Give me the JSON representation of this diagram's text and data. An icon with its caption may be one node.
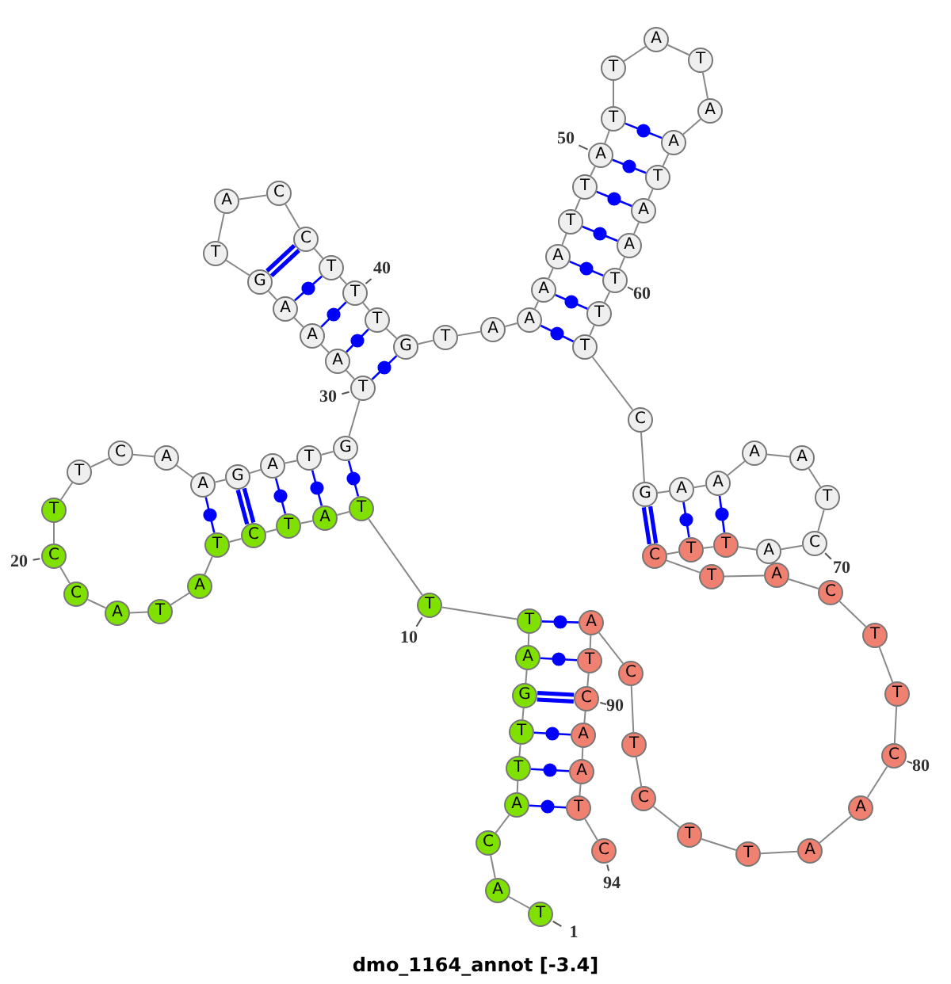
{
  "diagram": {
    "title": "dmo_1164_annot [-3.4]",
    "nodes": [
      {
        "text": [
          "T"
        ],
        "beside": [
          "1"
        ]
      },
      {
        "text": [
          "A"
        ]
      },
      {
        "text": [
          "C"
        ]
      },
      {
        "text": [
          "A"
        ]
      },
      {
        "text": [
          "T"
        ]
      },
      {
        "text": [
          "T"
        ]
      },
      {
        "text": [
          "G"
        ]
      },
      {
        "text": [
          "A"
        ]
      },
      {
        "text": [
          "T"
        ]
      },
      {
        "text": [
          "T"
        ],
        "beside": [
          "10"
        ]
      },
      {
        "text": [
          "T"
        ]
      },
      {
        "text": [
          "A"
        ]
      },
      {
        "text": [
          "T"
        ]
      },
      {
        "text": [
          "C"
        ]
      },
      {
        "text": [
          "T"
        ]
      },
      {
        "text": [
          "A"
        ]
      },
      {
        "text": [
          "T"
        ]
      },
      {
        "text": [
          "A"
        ]
      },
      {
        "text": [
          "C"
        ]
      },
      {
        "text": [
          "C"
        ],
        "beside": [
          "20"
        ]
      },
      {
        "text": [
          "T"
        ]
      },
      {
        "text": [
          "T"
        ]
      },
      {
        "text": [
          "C"
        ]
      },
      {
        "text": [
          "A"
        ]
      },
      {
        "text": [
          "A"
        ]
      },
      {
        "text": [
          "G"
        ]
      },
      {
        "text": [
          "A"
        ]
      },
      {
        "text": [
          "T"
        ]
      },
      {
        "text": [
          "G"
        ]
      },
      {
        "text": [
          "T"
        ],
        "beside": [
          "30"
        ]
      },
      {
        "text": [
          "A"
        ]
      },
      {
        "text": [
          "A"
        ]
      },
      {
        "text": [
          "A"
        ]
      },
      {
        "text": [
          "G"
        ]
      },
      {
        "text": [
          "T"
        ]
      },
      {
        "text": [
          "A"
        ]
      },
      {
        "text": [
          "C"
        ]
      },
      {
        "text": [
          "C"
        ]
      },
      {
        "text": [
          "T"
        ]
      },
      {
        "text": [
          "T"
        ],
        "beside": [
          "40"
        ]
      },
      {
        "text": [
          "T"
        ]
      },
      {
        "text": [
          "G"
        ]
      },
      {
        "text": [
          "T"
        ]
      },
      {
        "text": [
          "A"
        ]
      },
      {
        "text": [
          "A"
        ]
      },
      {
        "text": [
          "A"
        ]
      },
      {
        "text": [
          "A"
        ]
      },
      {
        "text": [
          "T"
        ]
      },
      {
        "text": [
          "T"
        ]
      },
      {
        "text": [
          "A"
        ],
        "beside": [
          "50"
        ]
      },
      {
        "text": [
          "T"
        ]
      },
      {
        "text": [
          "T"
        ]
      },
      {
        "text": [
          "A"
        ]
      },
      {
        "text": [
          "T"
        ]
      },
      {
        "text": [
          "A"
        ]
      },
      {
        "text": [
          "A"
        ]
      },
      {
        "text": [
          "T"
        ]
      },
      {
        "text": [
          "A"
        ]
      },
      {
        "text": [
          "A"
        ]
      },
      {
        "text": [
          "T"
        ],
        "beside": [
          "60"
        ]
      },
      {
        "text": [
          "T"
        ]
      },
      {
        "text": [
          "T"
        ]
      },
      {
        "text": [
          "C"
        ]
      },
      {
        "text": [
          "G"
        ]
      },
      {
        "text": [
          "A"
        ]
      },
      {
        "text": [
          "A"
        ]
      },
      {
        "text": [
          "A"
        ]
      },
      {
        "text": [
          "A"
        ]
      },
      {
        "text": [
          "T"
        ]
      },
      {
        "text": [
          "C"
        ],
        "beside": [
          "70"
        ]
      },
      {
        "text": [
          "A"
        ]
      },
      {
        "text": [
          "T"
        ]
      },
      {
        "text": [
          "T"
        ]
      },
      {
        "text": [
          "C"
        ]
      },
      {
        "text": [
          "T"
        ]
      },
      {
        "text": [
          "A"
        ]
      },
      {
        "text": [
          "C"
        ]
      },
      {
        "text": [
          "T"
        ]
      },
      {
        "text": [
          "T"
        ]
      },
      {
        "text": [
          "C"
        ],
        "beside": [
          "80"
        ]
      },
      {
        "text": [
          "A"
        ]
      },
      {
        "text": [
          "A"
        ]
      },
      {
        "text": [
          "T"
        ]
      },
      {
        "text": [
          "T"
        ]
      },
      {
        "text": [
          "C"
        ]
      },
      {
        "text": [
          "T"
        ]
      },
      {
        "text": [
          "C"
        ]
      },
      {
        "text": [
          "A"
        ]
      },
      {
        "text": [
          "T"
        ]
      },
      {
        "text": [
          "C"
        ],
        "beside": [
          "90"
        ]
      },
      {
        "text": [
          "A"
        ]
      },
      {
        "text": [
          "A"
        ]
      },
      {
        "text": [
          "T"
        ]
      },
      {
        "text": [
          "C"
        ],
        "beside": [
          "94"
        ]
      }
    ],
    "edges": [
      {
        "from": 0,
        "to": 1,
        "arrow": "none"
      },
      {
        "from": 1,
        "to": 2,
        "arrow": "none"
      },
      {
        "from": 2,
        "to": 3,
        "arrow": "none"
      },
      {
        "from": 3,
        "to": 4,
        "arrow": "none"
      },
      {
        "from": 4,
        "to": 5,
        "arrow": "none"
      },
      {
        "from": 5,
        "to": 6,
        "arrow": "none"
      },
      {
        "from": 6,
        "to": 7,
        "arrow": "none"
      },
      {
        "from": 7,
        "to": 8,
        "arrow": "none"
      },
      {
        "from": 8,
        "to": 9,
        "arrow": "none"
      },
      {
        "from": 9,
        "to": 10,
        "arrow": "none"
      },
      {
        "from": 10,
        "to": 11,
        "arrow": "none"
      },
      {
        "from": 11,
        "to": 12,
        "arrow": "none"
      },
      {
        "from": 12,
        "to": 13,
        "arrow": "none"
      },
      {
        "from": 13,
        "to": 14,
        "arrow": "none"
      },
      {
        "from": 14,
        "to": 15,
        "arrow": "none"
      },
      {
        "from": 15,
        "to": 16,
        "arrow": "none"
      },
      {
        "from": 16,
        "to": 17,
        "arrow": "none"
      },
      {
        "from": 17,
        "to": 18,
        "arrow": "none"
      },
      {
        "from": 18,
        "to": 19,
        "arrow": "none"
      },
      {
        "from": 19,
        "to": 20,
        "arrow": "none"
      },
      {
        "from": 20,
        "to": 21,
        "arrow": "none"
      },
      {
        "from": 21,
        "to": 22,
        "arrow": "none"
      },
      {
        "from": 22,
        "to": 23,
        "arrow": "none"
      },
      {
        "from": 23,
        "to": 24,
        "arrow": "none"
      },
      {
        "from": 24,
        "to": 25,
        "arrow": "none"
      },
      {
        "from": 25,
        "to": 26,
        "arrow": "none"
      },
      {
        "from": 26,
        "to": 27,
        "arrow": "none"
      },
      {
        "from": 27,
        "to": 28,
        "arrow": "none"
      },
      {
        "from": 28,
        "to": 29,
        "arrow": "none"
      },
      {
        "from": 29,
        "to": 30,
        "arrow": "none"
      },
      {
        "from": 30,
        "to": 31,
        "arrow": "none"
      },
      {
        "from": 31,
        "to": 32,
        "arrow": "none"
      },
      {
        "from": 32,
        "to": 33,
        "arrow": "none"
      },
      {
        "from": 33,
        "to": 34,
        "arrow": "none"
      },
      {
        "from": 34,
        "to": 35,
        "arrow": "none"
      },
      {
        "from": 35,
        "to": 36,
        "arrow": "none"
      },
      {
        "from": 36,
        "to": 37,
        "arrow": "none"
      },
      {
        "from": 37,
        "to": 38,
        "arrow": "none"
      },
      {
        "from": 38,
        "to": 39,
        "arrow": "none"
      },
      {
        "from": 39,
        "to": 40,
        "arrow": "none"
      },
      {
        "from": 40,
        "to": 41,
        "arrow": "none"
      },
      {
        "from": 41,
        "to": 42,
        "arrow": "none"
      },
      {
        "from": 42,
        "to": 43,
        "arrow": "none"
      },
      {
        "from": 43,
        "to": 44,
        "arrow": "none"
      },
      {
        "from": 44,
        "to": 45,
        "arrow": "none"
      },
      {
        "from": 45,
        "to": 46,
        "arrow": "none"
      },
      {
        "from": 46,
        "to": 47,
        "arrow": "none"
      },
      {
        "from": 47,
        "to": 48,
        "arrow": "none"
      },
      {
        "from": 48,
        "to": 49,
        "arrow": "none"
      },
      {
        "from": 49,
        "to": 50,
        "arrow": "none"
      },
      {
        "from": 50,
        "to": 51,
        "arrow": "none"
      },
      {
        "from": 51,
        "to": 52,
        "arrow": "none"
      },
      {
        "from": 52,
        "to": 53,
        "arrow": "none"
      },
      {
        "from": 53,
        "to": 54,
        "arrow": "none"
      },
      {
        "from": 54,
        "to": 55,
        "arrow": "none"
      },
      {
        "from": 55,
        "to": 56,
        "arrow": "none"
      },
      {
        "from": 56,
        "to": 57,
        "arrow": "none"
      },
      {
        "from": 57,
        "to": 58,
        "arrow": "none"
      },
      {
        "from": 58,
        "to": 59,
        "arrow": "none"
      },
      {
        "from": 59,
        "to": 60,
        "arrow": "none"
      },
      {
        "from": 60,
        "to": 61,
        "arrow": "none"
      },
      {
        "from": 61,
        "to": 62,
        "arrow": "none"
      },
      {
        "from": 62,
        "to": 63,
        "arrow": "none"
      },
      {
        "from": 63,
        "to": 64,
        "arrow": "none"
      },
      {
        "from": 64,
        "to": 65,
        "arrow": "none"
      },
      {
        "from": 65,
        "to": 66,
        "arrow": "none"
      },
      {
        "from": 66,
        "to": 67,
        "arrow": "none"
      },
      {
        "from": 67,
        "to": 68,
        "arrow": "none"
      },
      {
        "from": 68,
        "to": 69,
        "arrow": "none"
      },
      {
        "from": 69,
        "to": 70,
        "arrow": "none"
      },
      {
        "from": 70,
        "to": 71,
        "arrow": "none"
      },
      {
        "from": 71,
        "to": 72,
        "arrow": "none"
      },
      {
        "from": 72,
        "to": 73,
        "arrow": "none"
      },
      {
        "from": 73,
        "to": 74,
        "arrow": "none"
      },
      {
        "from": 74,
        "to": 75,
        "arrow": "none"
      },
      {
        "from": 75,
        "to": 76,
        "arrow": "none"
      },
      {
        "from": 76,
        "to": 77,
        "arrow": "none"
      },
      {
        "from": 77,
        "to": 78,
        "arrow": "none"
      },
      {
        "from": 78,
        "to": 79,
        "arrow": "none"
      },
      {
        "from": 79,
        "to": 80,
        "arrow": "none"
      },
      {
        "from": 80,
        "to": 81,
        "arrow": "none"
      },
      {
        "from": 81,
        "to": 82,
        "arrow": "none"
      },
      {
        "from": 82,
        "to": 83,
        "arrow": "none"
      },
      {
        "from": 83,
        "to": 84,
        "arrow": "none"
      },
      {
        "from": 84,
        "to": 85,
        "arrow": "none"
      },
      {
        "from": 85,
        "to": 86,
        "arrow": "none"
      },
      {
        "from": 86,
        "to": 87,
        "arrow": "none"
      },
      {
        "from": 87,
        "to": 88,
        "arrow": "none"
      },
      {
        "from": 88,
        "to": 89,
        "arrow": "none"
      },
      {
        "from": 89,
        "to": 90,
        "arrow": "none"
      },
      {
        "from": 90,
        "to": 91,
        "arrow": "none"
      },
      {
        "from": 91,
        "to": 92,
        "arrow": "none"
      },
      {
        "from": 92,
        "to": 93,
        "arrow": "none"
      },
      {
        "from": 8,
        "to": 87,
        "arrow": "none",
        "color": "#0000ff"
      },
      {
        "from": 7,
        "to": 88,
        "arrow": "none",
        "color": "#0000ff"
      },
      {
        "from": 6,
        "to": 89,
        "arrow": "none",
        "style": "thick",
        "color": "#0000ff"
      },
      {
        "from": 5,
        "to": 90,
        "arrow": "none",
        "color": "#0000ff"
      },
      {
        "from": 4,
        "to": 91,
        "arrow": "none",
        "color": "#0000ff"
      },
      {
        "from": 3,
        "to": 92,
        "arrow": "none",
        "color": "#0000ff"
      },
      {
        "from": 28,
        "to": 10,
        "arrow": "none",
        "color": "#0000ff"
      },
      {
        "from": 27,
        "to": 11,
        "arrow": "none",
        "color": "#0000ff"
      },
      {
        "from": 26,
        "to": 12,
        "arrow": "none",
        "color": "#0000ff"
      },
      {
        "from": 25,
        "to": 13,
        "arrow": "none",
        "style": "thick",
        "color": "#0000ff"
      },
      {
        "from": 24,
        "to": 14,
        "arrow": "none",
        "color": "#0000ff"
      },
      {
        "from": 41,
        "to": 29,
        "arrow": "none",
        "color": "#0000ff"
      },
      {
        "from": 40,
        "to": 30,
        "arrow": "none",
        "color": "#0000ff"
      },
      {
        "from": 39,
        "to": 31,
        "arrow": "none",
        "color": "#0000ff"
      },
      {
        "from": 38,
        "to": 32,
        "arrow": "none",
        "color": "#0000ff"
      },
      {
        "from": 37,
        "to": 33,
        "arrow": "none",
        "style": "thick",
        "color": "#0000ff"
      },
      {
        "from": 50,
        "to": 55,
        "arrow": "none",
        "color": "#0000ff"
      },
      {
        "from": 49,
        "to": 56,
        "arrow": "none",
        "color": "#0000ff"
      },
      {
        "from": 48,
        "to": 57,
        "arrow": "none",
        "color": "#0000ff"
      },
      {
        "from": 47,
        "to": 58,
        "arrow": "none",
        "color": "#0000ff"
      },
      {
        "from": 46,
        "to": 59,
        "arrow": "none",
        "color": "#0000ff"
      },
      {
        "from": 45,
        "to": 60,
        "arrow": "none",
        "color": "#0000ff"
      },
      {
        "from": 44,
        "to": 61,
        "arrow": "none",
        "color": "#0000ff"
      },
      {
        "from": 63,
        "to": 73,
        "arrow": "none",
        "style": "thick",
        "color": "#0000ff"
      },
      {
        "from": 64,
        "to": 72,
        "arrow": "none",
        "color": "#0000ff"
      },
      {
        "from": 65,
        "to": 71,
        "arrow": "none",
        "color": "#0000ff"
      }
    ]
  }
}
